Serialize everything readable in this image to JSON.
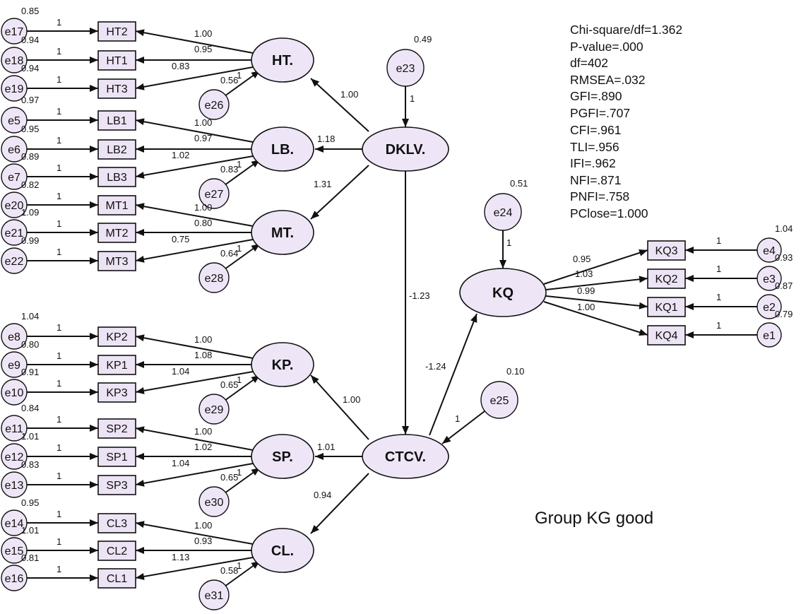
{
  "fit_indices": [
    "Chi-square/df=1.362",
    "P-value=.000",
    "df=402",
    "RMSEA=.032",
    "GFI=.890",
    "PGFI=.707",
    "CFI=.961",
    "TLI=.956",
    "IFI=.962",
    "NFI=.871",
    "PNFI=.758",
    "PClose=1.000"
  ],
  "group_label": "Group KG good",
  "latents": {
    "HT": "HT.",
    "LB": "LB.",
    "MT": "MT.",
    "DKLV": "DKLV.",
    "KP": "KP.",
    "SP": "SP.",
    "CL": "CL.",
    "CTCV": "CTCV.",
    "KQ": "KQ"
  },
  "indicators": {
    "HT2": "HT2",
    "HT1": "HT1",
    "HT3": "HT3",
    "LB1": "LB1",
    "LB2": "LB2",
    "LB3": "LB3",
    "MT1": "MT1",
    "MT2": "MT2",
    "MT3": "MT3",
    "KP2": "KP2",
    "KP1": "KP1",
    "KP3": "KP3",
    "SP2": "SP2",
    "SP1": "SP1",
    "SP3": "SP3",
    "CL3": "CL3",
    "CL2": "CL2",
    "CL1": "CL1",
    "KQ3": "KQ3",
    "KQ2": "KQ2",
    "KQ1": "KQ1",
    "KQ4": "KQ4"
  },
  "errors": {
    "e17": "e17",
    "e18": "e18",
    "e19": "e19",
    "e5": "e5",
    "e6": "e6",
    "e7": "e7",
    "e20": "e20",
    "e21": "e21",
    "e22": "e22",
    "e8": "e8",
    "e9": "e9",
    "e10": "e10",
    "e11": "e11",
    "e12": "e12",
    "e13": "e13",
    "e14": "e14",
    "e15": "e15",
    "e16": "e16",
    "e4": "e4",
    "e3": "e3",
    "e2": "e2",
    "e1": "e1",
    "e23": "e23",
    "e24": "e24",
    "e25": "e25",
    "e26": "e26",
    "e27": "e27",
    "e28": "e28",
    "e29": "e29",
    "e30": "e30",
    "e31": "e31"
  },
  "error_variances": {
    "e17": "0.85",
    "e18": "0.94",
    "e19": "0.94",
    "e5": "0.97",
    "e6": "0.95",
    "e7": "0.89",
    "e20": "0.82",
    "e21": "1.09",
    "e22": "0.99",
    "e8": "1.04",
    "e9": "0.80",
    "e10": "0.91",
    "e11": "0.84",
    "e12": "1.01",
    "e13": "0.83",
    "e14": "0.95",
    "e15": "1.01",
    "e16": "0.81",
    "e4": "1.04",
    "e3": "0.93",
    "e2": "0.87",
    "e1": "0.79",
    "e23": "0.49",
    "e24": "0.51",
    "e25": "0.10",
    "e26": "0.56",
    "e27": "0.83",
    "e28": "0.64",
    "e29": "0.65",
    "e30": "0.65",
    "e31": "0.58"
  },
  "fixed_one": "1",
  "loadings": {
    "HT_HT2": "1.00",
    "HT_HT1": "0.95",
    "HT_HT3": "0.83",
    "LB_LB1": "1.00",
    "LB_LB2": "0.97",
    "LB_LB3": "1.02",
    "MT_MT1": "1.00",
    "MT_MT2": "0.80",
    "MT_MT3": "0.75",
    "KP_KP2": "1.00",
    "KP_KP1": "1.08",
    "KP_KP3": "1.04",
    "SP_SP2": "1.00",
    "SP_SP1": "1.02",
    "SP_SP3": "1.04",
    "CL_CL3": "1.00",
    "CL_CL2": "0.93",
    "CL_CL1": "1.13",
    "KQ_KQ3": "0.95",
    "KQ_KQ2": "1.03",
    "KQ_KQ1": "0.99",
    "KQ_KQ4": "1.00"
  },
  "paths": {
    "DKLV_HT": "1.00",
    "DKLV_LB": "1.18",
    "DKLV_MT": "1.31",
    "DKLV_CTCV": "-1.23",
    "CTCV_KP": "1.00",
    "CTCV_SP": "1.01",
    "CTCV_CL": "0.94",
    "CTCV_KQ": "-1.24"
  }
}
